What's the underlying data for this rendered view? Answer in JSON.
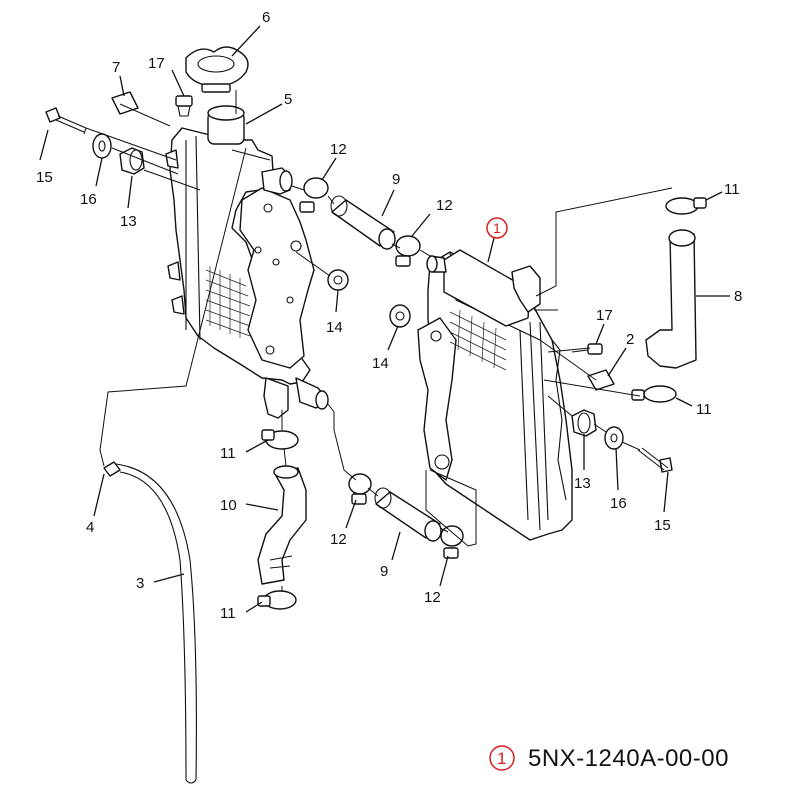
{
  "callouts": {
    "c1": "1",
    "c2": "2",
    "c3": "3",
    "c4": "4",
    "c5": "5",
    "c6": "6",
    "c7": "7",
    "c8": "8",
    "c9a": "9",
    "c9b": "9",
    "c10": "10",
    "c11a": "11",
    "c11b": "11",
    "c11c": "11",
    "c11d": "11",
    "c12a": "12",
    "c12b": "12",
    "c12c": "12",
    "c12d": "12",
    "c13a": "13",
    "c13b": "13",
    "c14a": "14",
    "c14b": "14",
    "c15a": "15",
    "c15b": "15",
    "c16a": "16",
    "c16b": "16",
    "c17a": "17",
    "c17b": "17"
  },
  "legend": {
    "marker": "1",
    "part_number": "5NX-1240A-00-00"
  },
  "colors": {
    "highlight": "#d81e1e",
    "line": "#111111"
  }
}
